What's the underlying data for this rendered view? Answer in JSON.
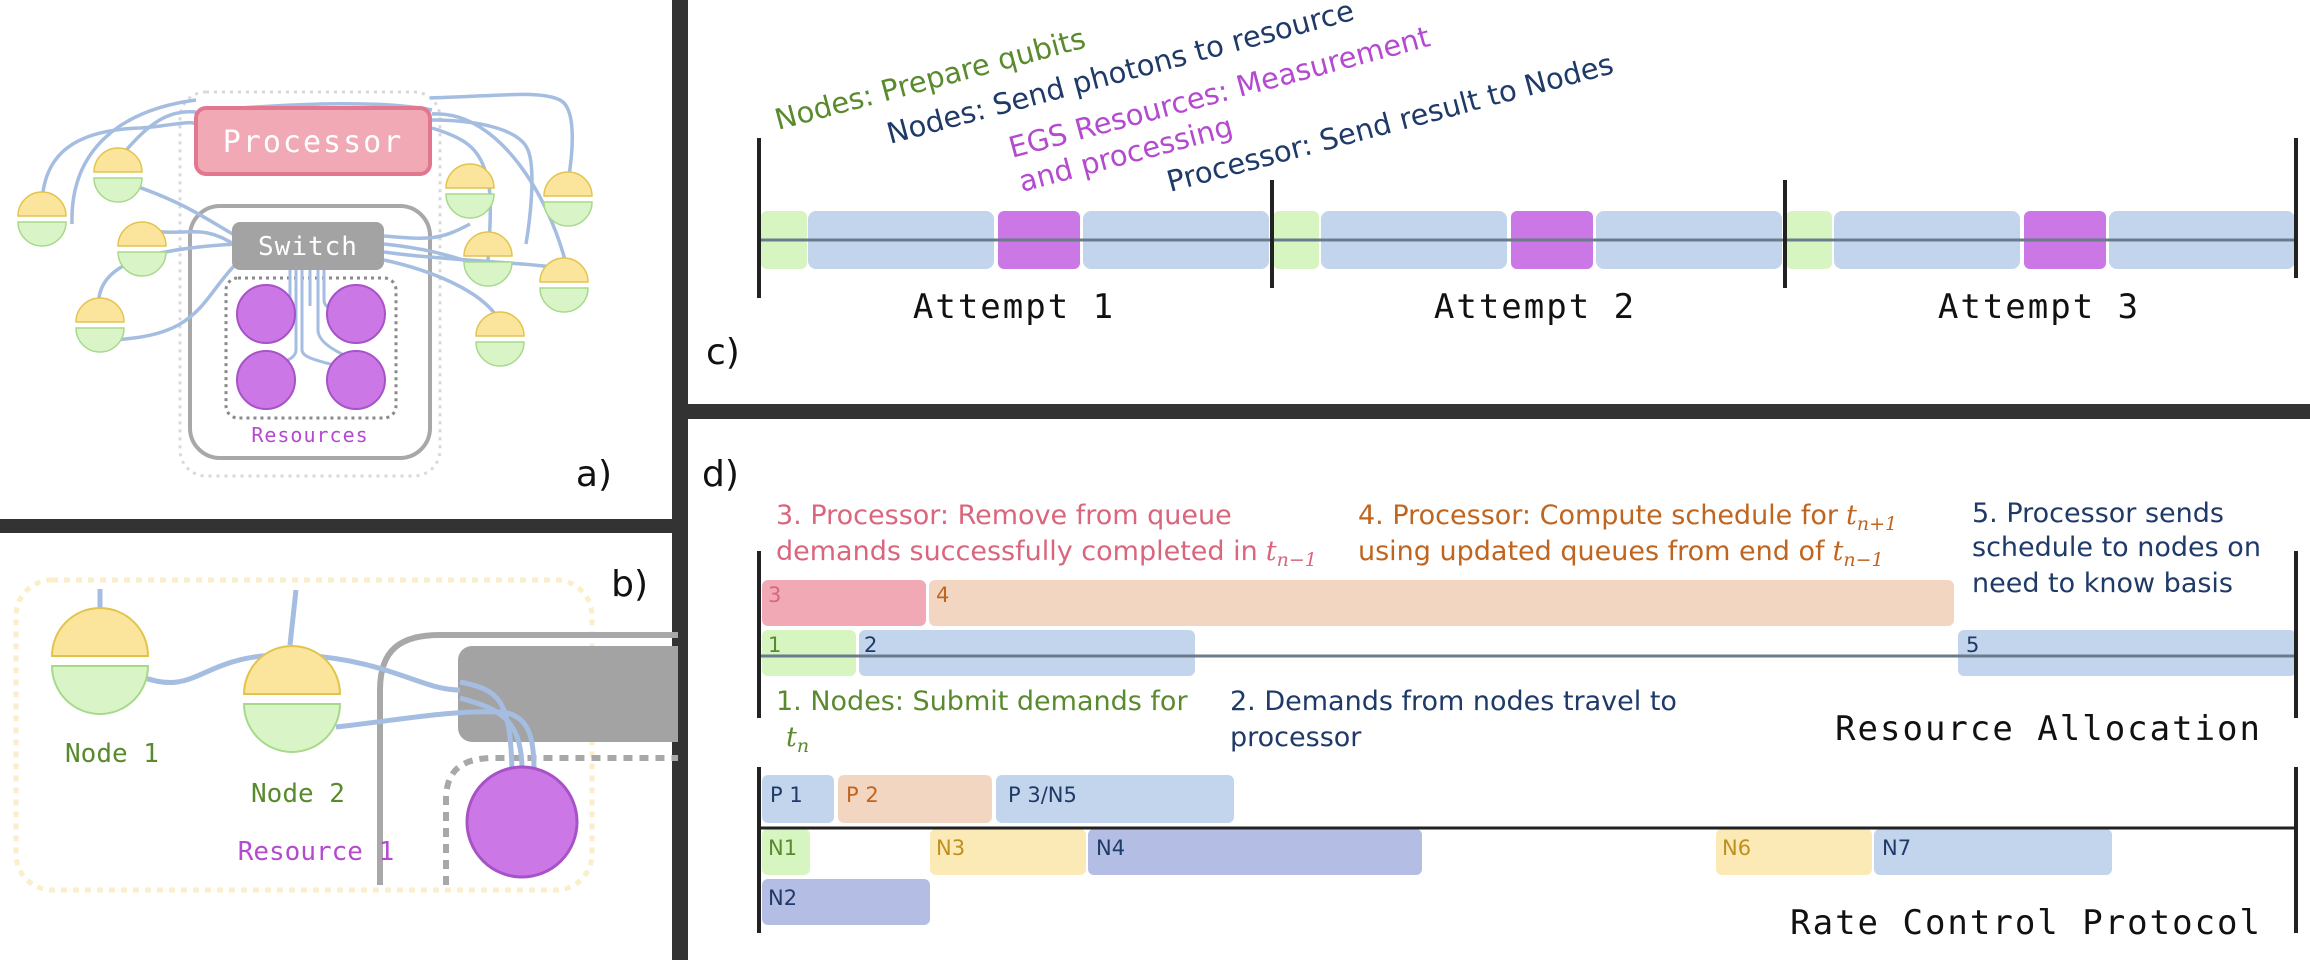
{
  "panels": {
    "a": "a)",
    "b": "b)",
    "c": "c)",
    "d": "d)"
  },
  "panel_a": {
    "processor": "Processor",
    "switch": "Switch",
    "resources": "Resources"
  },
  "panel_b": {
    "node1": "Node 1",
    "node2": "Node 2",
    "resource1": "Resource 1"
  },
  "panel_c": {
    "labels": {
      "prepare": "Nodes: Prepare qubits",
      "send_photons": "Nodes: Send photons to resource",
      "egs_line1": "EGS Resources: Measurement",
      "egs_line2": "and processing",
      "send_result": "Processor: Send result to Nodes"
    },
    "attempts": [
      "Attempt 1",
      "Attempt 2",
      "Attempt 3"
    ]
  },
  "panel_d": {
    "step3_line1": "3. Processor: Remove from queue",
    "step3_line2": "demands successfully completed in",
    "step3_sub": "n−1",
    "step4_line1": "4. Processor: Compute schedule for",
    "step4_sub1": "n+1",
    "step4_line2": "using updated queues from end of",
    "step4_sub2": "n−1",
    "step5_line1": "5. Processor sends",
    "step5_line2": "schedule to nodes on",
    "step5_line3": "need to know basis",
    "step1_line1": "1. Nodes: Submit demands for",
    "step1_sub": "n",
    "step2_line1": "2. Demands from nodes travel to",
    "step2_line2": "processor",
    "t_symbol": "t",
    "bar_labels": {
      "b3": "3",
      "b4": "4",
      "b1": "1",
      "b2": "2",
      "b5": "5"
    },
    "resource_allocation": "Resource Allocation",
    "rate_control": "Rate Control Protocol",
    "rcp_bars": {
      "p1": "P 1",
      "p2": "P 2",
      "p3n5": "P 3/N5",
      "n1": "N1",
      "n3": "N3",
      "n4": "N4",
      "n6": "N6",
      "n7": "N7",
      "n2": "N2"
    }
  },
  "colors": {
    "green_bar": "#d6f5c0",
    "blue_bar": "#c3d5ec",
    "purple": "#cc77e6",
    "pink": "#f1a9b6",
    "orange_bar": "#f3d6c2",
    "yellow_bar": "#fbe9b6",
    "navy_bar": "#b4bde3",
    "text_green": "#5a8a2e",
    "text_navy": "#1f3a68",
    "text_purple": "#b44ad0",
    "text_pink": "#d9667d",
    "text_orange": "#c0651f",
    "divider": "#333333"
  }
}
